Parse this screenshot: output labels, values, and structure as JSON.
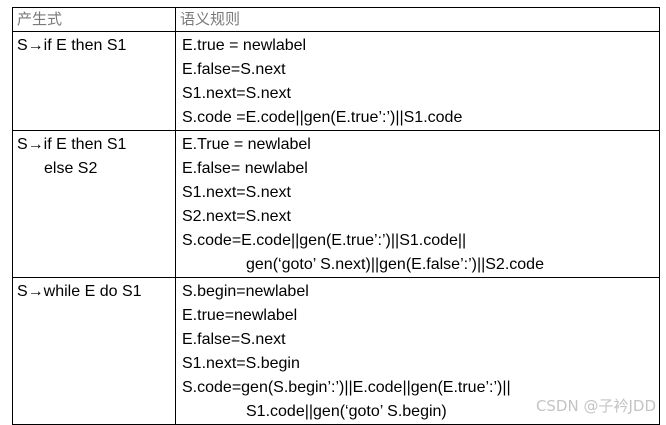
{
  "table": {
    "headers": {
      "production": "产生式",
      "rules": "语义规则"
    },
    "rows": [
      {
        "production": [
          "S→if  E  then S1"
        ],
        "rules": [
          "E.true = newlabel",
          "E.false=S.next",
          "S1.next=S.next",
          "S.code =E.code||gen(E.true’:’)||S1.code"
        ]
      },
      {
        "production": [
          "S→if  E  then S1",
          "else S2"
        ],
        "rules": [
          "E.True = newlabel",
          "E.false= newlabel",
          "S1.next=S.next",
          "S2.next=S.next",
          "S.code=E.code||gen(E.true’:’)||S1.code||",
          "gen(‘goto’ S.next)||gen(E.false’:’)||S2.code"
        ]
      },
      {
        "production": [
          "S→while E do S1"
        ],
        "rules": [
          "S.begin=newlabel",
          "E.true=newlabel",
          "E.false=S.next",
          "S1.next=S.begin",
          "S.code=gen(S.begin’:’)||E.code||gen(E.true’:’)||",
          "S1.code||gen(‘goto’ S.begin)"
        ]
      }
    ]
  },
  "watermark": "CSDN @子衿JDD"
}
